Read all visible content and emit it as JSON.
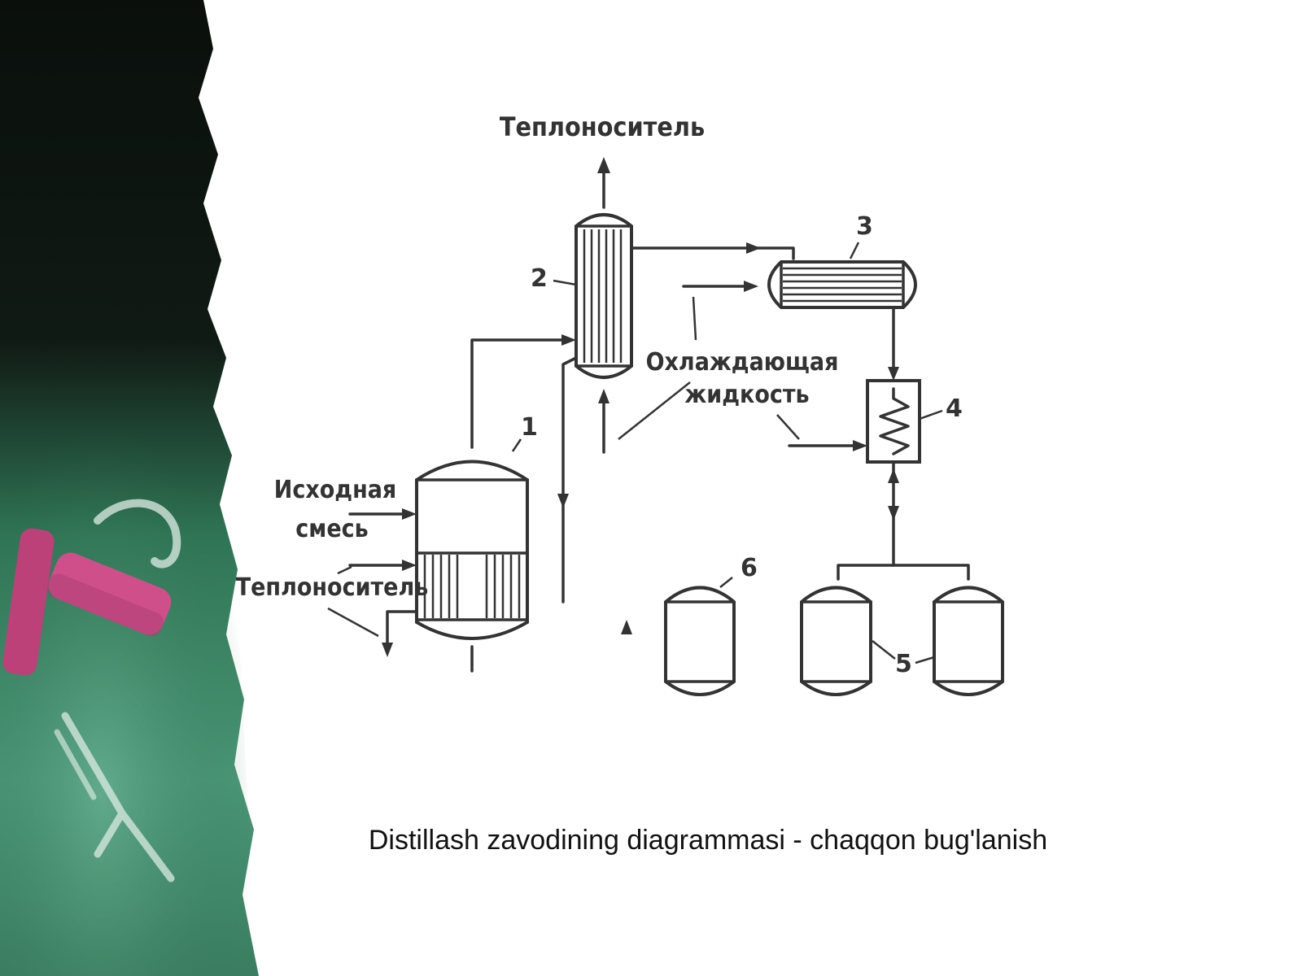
{
  "diagram": {
    "labels": {
      "heat_carrier_top": "Теплоноситель",
      "coolant_line1": "Охлаждающая",
      "coolant_line2": "жидкость",
      "feed_line1": "Исходная",
      "feed_line2": "смесь",
      "heat_carrier_left": "Теплоноситель"
    },
    "numbers": {
      "n1": "1",
      "n2": "2",
      "n3": "3",
      "n4": "4",
      "n5": "5",
      "n6": "6"
    }
  },
  "caption": "Distillash zavodining diagrammasi - chaqqon bug'lanish",
  "colors": {
    "chalkboard_green": "#3e8a6a",
    "chalk_pink": "#c4457f",
    "ink": "#333333"
  }
}
